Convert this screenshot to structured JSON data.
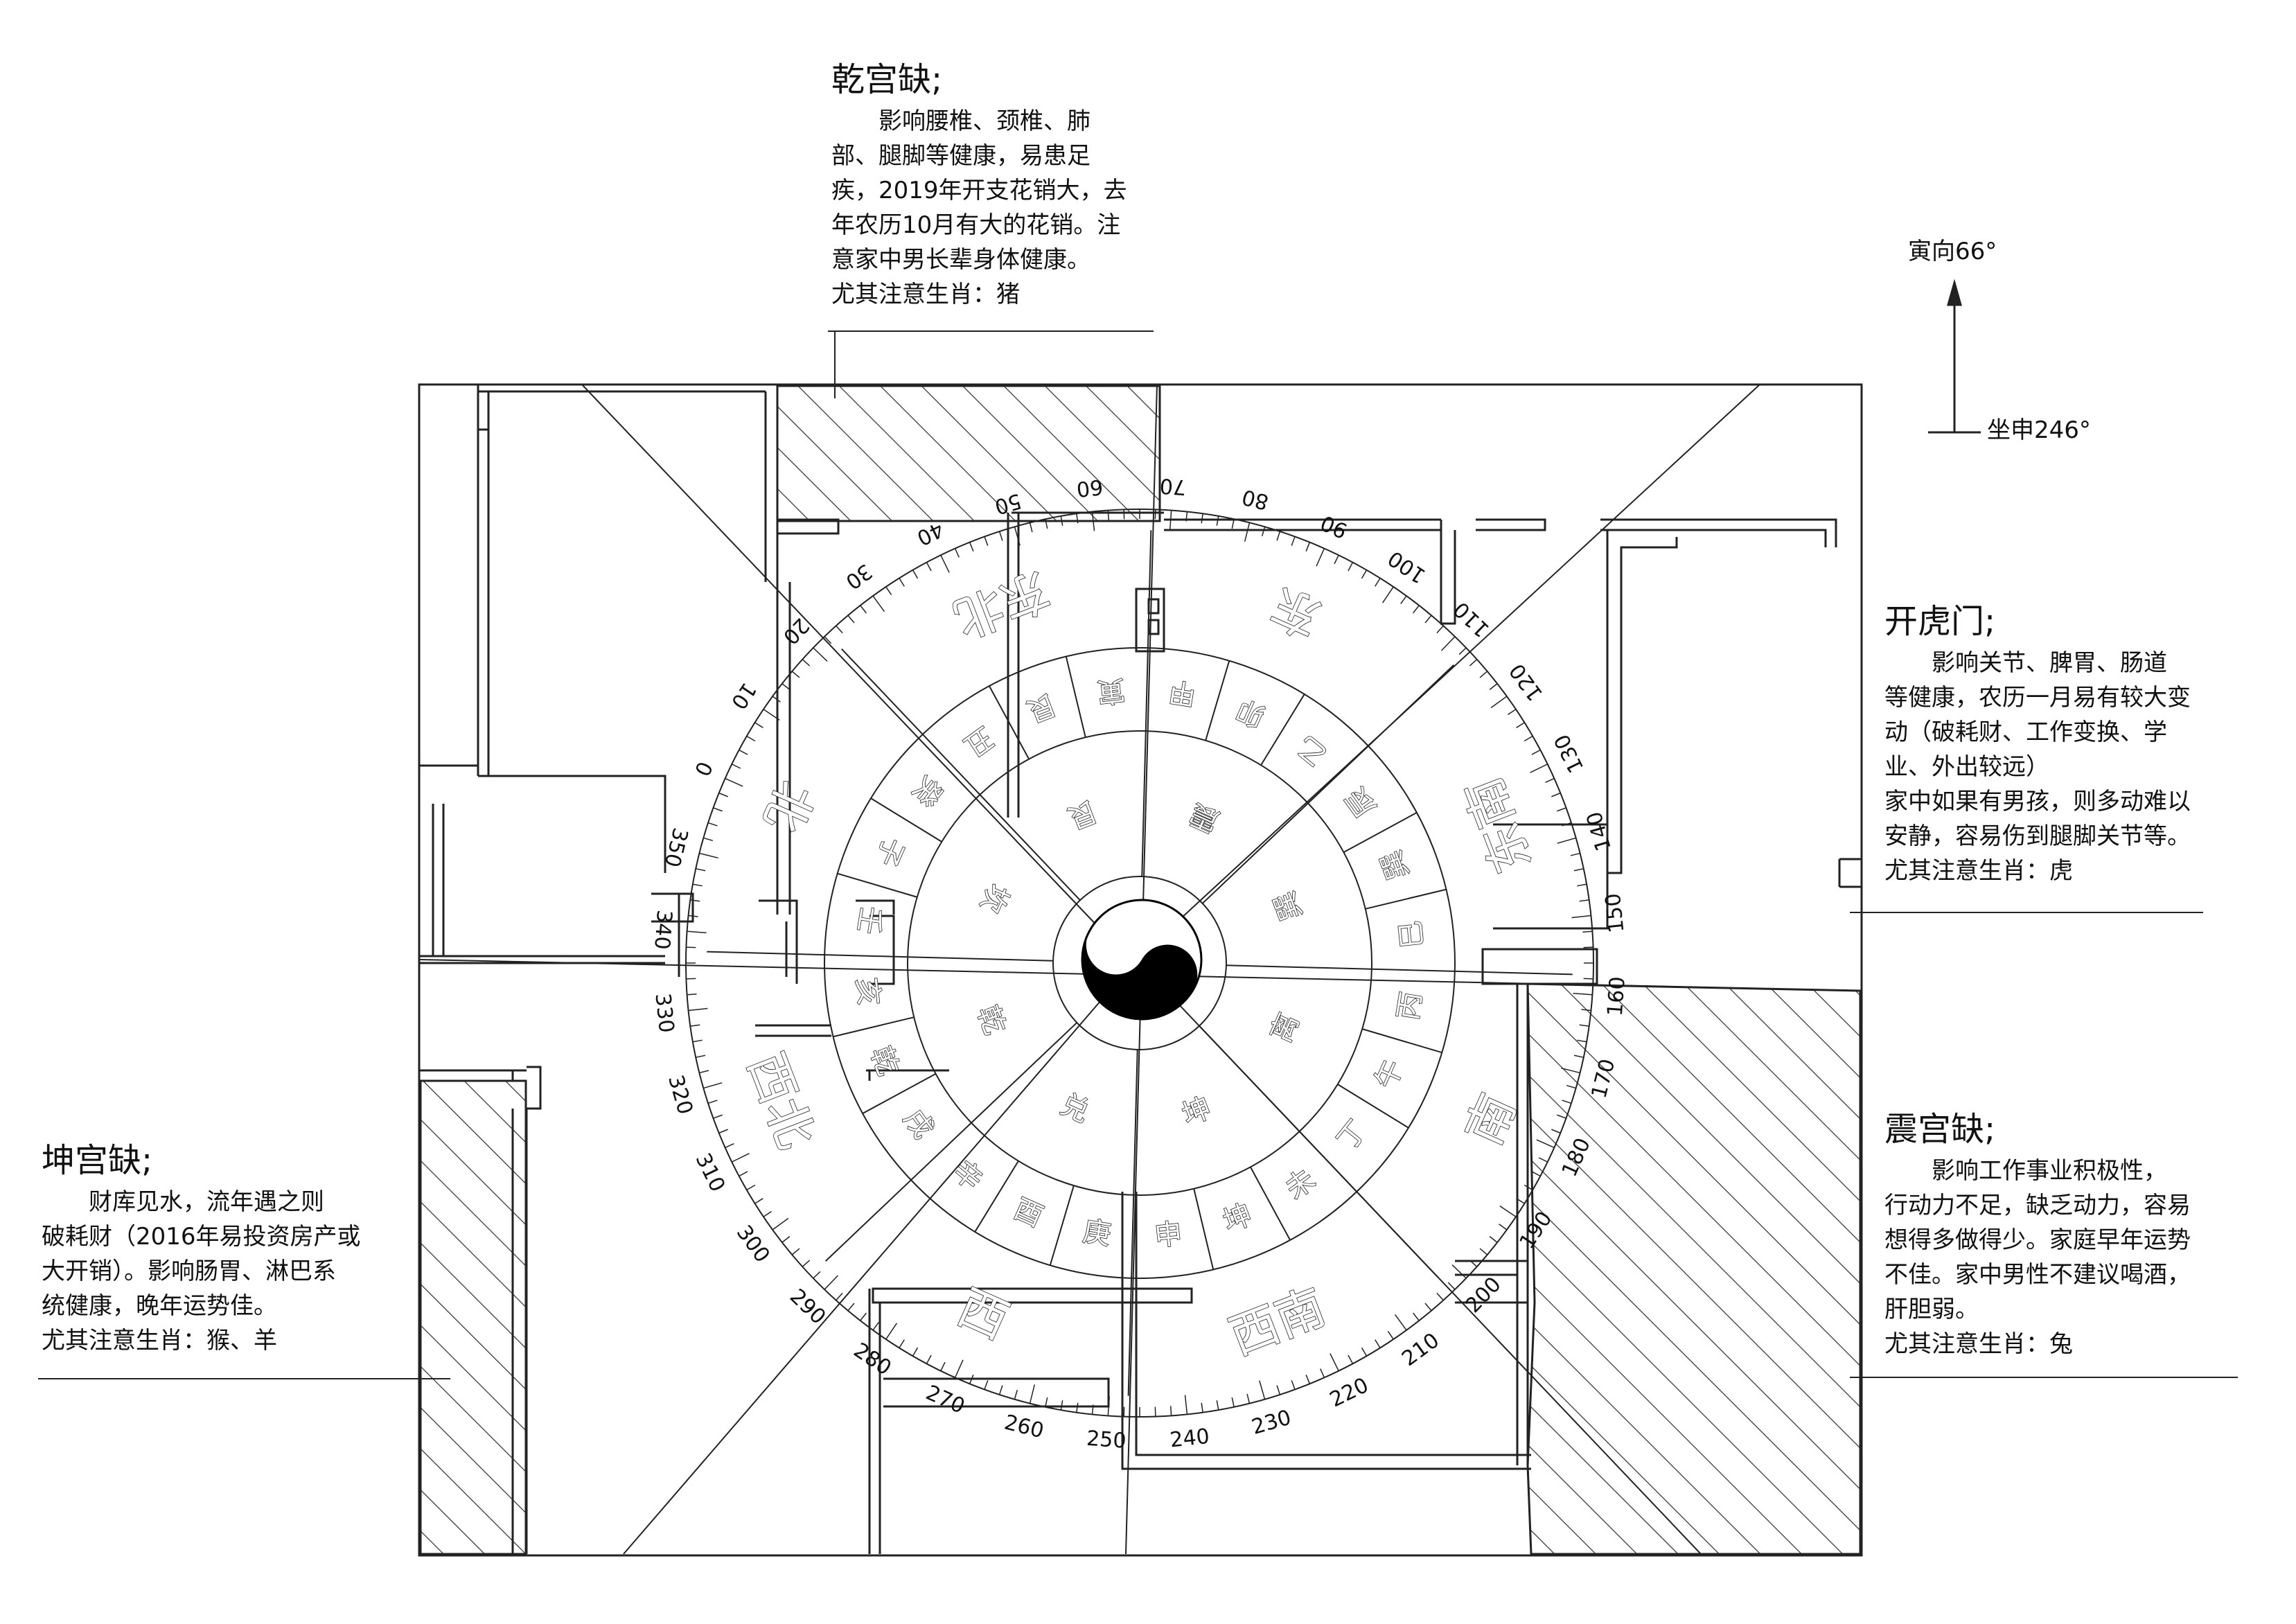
{
  "orientation": {
    "facing": "寅向66°",
    "sitting": "坐申246°"
  },
  "notes": {
    "qian": {
      "title": "乾宫缺;",
      "lines": [
        "影响腰椎、颈椎、肺",
        "部、腿脚等健康，易患足",
        "疾，2019年开支花销大，去",
        "年农历10月有大的花销。注",
        "意家中男长辈身体健康。",
        "尤其注意生肖：猪"
      ]
    },
    "kaihu": {
      "title": "开虎门;",
      "lines": [
        "影响关节、脾胃、肠道",
        "等健康，农历一月易有较大变",
        "动（破耗财、工作变换、学",
        "业、外出较远）",
        "家中如果有男孩，则多动难以",
        "安静，容易伤到腿脚关节等。",
        "尤其注意生肖：虎"
      ]
    },
    "kun": {
      "title": "坤宫缺;",
      "lines": [
        "财库见水，流年遇之则",
        "破耗财（2016年易投资房产或",
        "大开销）。影响肠胃、淋巴系",
        "统健康，晚年运势佳。",
        "尤其注意生肖：猴、羊"
      ]
    },
    "zhen": {
      "title": "震宫缺;",
      "lines": [
        "影响工作事业积极性，",
        "行动力不足，缺乏动力，容易",
        "想得多做得少。家庭早年运势",
        "不佳。家中男性不建议喝酒，",
        "肝胆弱。",
        "尤其注意生肖：兔"
      ]
    }
  },
  "compass": {
    "directions": [
      "北",
      "东北",
      "东",
      "东南",
      "南",
      "西南",
      "西",
      "西北"
    ],
    "trigrams": [
      "坎",
      "艮",
      "震",
      "巽",
      "离",
      "坤",
      "兑",
      "乾"
    ],
    "mountains": [
      "子",
      "癸",
      "丑",
      "艮",
      "寅",
      "甲",
      "卯",
      "乙",
      "辰",
      "巽",
      "巳",
      "丙",
      "午",
      "丁",
      "未",
      "坤",
      "申",
      "庚",
      "酉",
      "辛",
      "戌",
      "乾",
      "亥",
      "壬"
    ],
    "degree_labels": [
      "0",
      "10",
      "20",
      "30",
      "40",
      "50",
      "60",
      "70",
      "80",
      "90",
      "100",
      "110",
      "120",
      "130",
      "140",
      "150",
      "160",
      "170",
      "180",
      "190",
      "200",
      "210",
      "220",
      "230",
      "240",
      "250",
      "260",
      "270",
      "280",
      "290",
      "300",
      "310",
      "320",
      "330",
      "340",
      "350"
    ]
  },
  "colors": {
    "line": "#222222",
    "hatch": "#333333",
    "text": "#111111"
  }
}
